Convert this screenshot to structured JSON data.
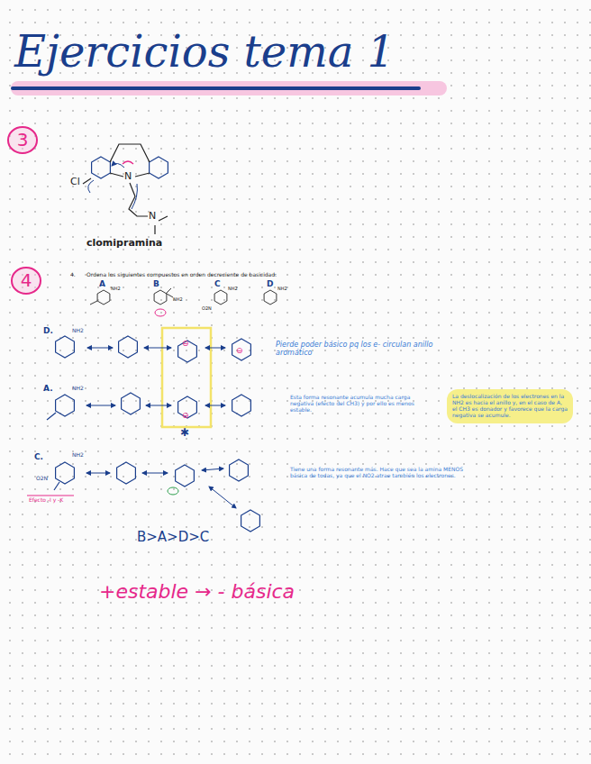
{
  "diagram": {
    "title": "Ejercicios tema 1",
    "nodes": [
      {
        "text": [
          "3"
        ]
      },
      {
        "text": [
          "4"
        ]
      },
      {
        "text": [
          "La deslocalización de los electrones en la NH2 es hacia el anillo y, en el caso de A, el CH3 es donador y favorece que la carga negativa se acumule."
        ]
      }
    ],
    "labels": [
      "Cl",
      "N",
      "N",
      "clomipramina",
      "4.",
      "Ordena los siguientes compuestos en orden decreciente de basicidad:",
      "A",
      "B",
      "C",
      "D",
      "NH2",
      "NH2",
      "NH2",
      "NH2",
      "O2N",
      "D.",
      "Pierde poder básico pq los e- circulan anillo aromático",
      "A.",
      "Esta forma resonante acumula mucha carga negativa (efecto del CH3) y por ello es menos estable.",
      "C.",
      "Efecto -I y -K",
      "Tiene una forma resonante más. Hace que sea la amina MENOS básica de todas, ya que el NO2 atrae también los electrones.",
      "B>A>D>C",
      "+estable → - básica",
      "NH2",
      "NH2",
      "NH2",
      "O2N"
    ]
  }
}
